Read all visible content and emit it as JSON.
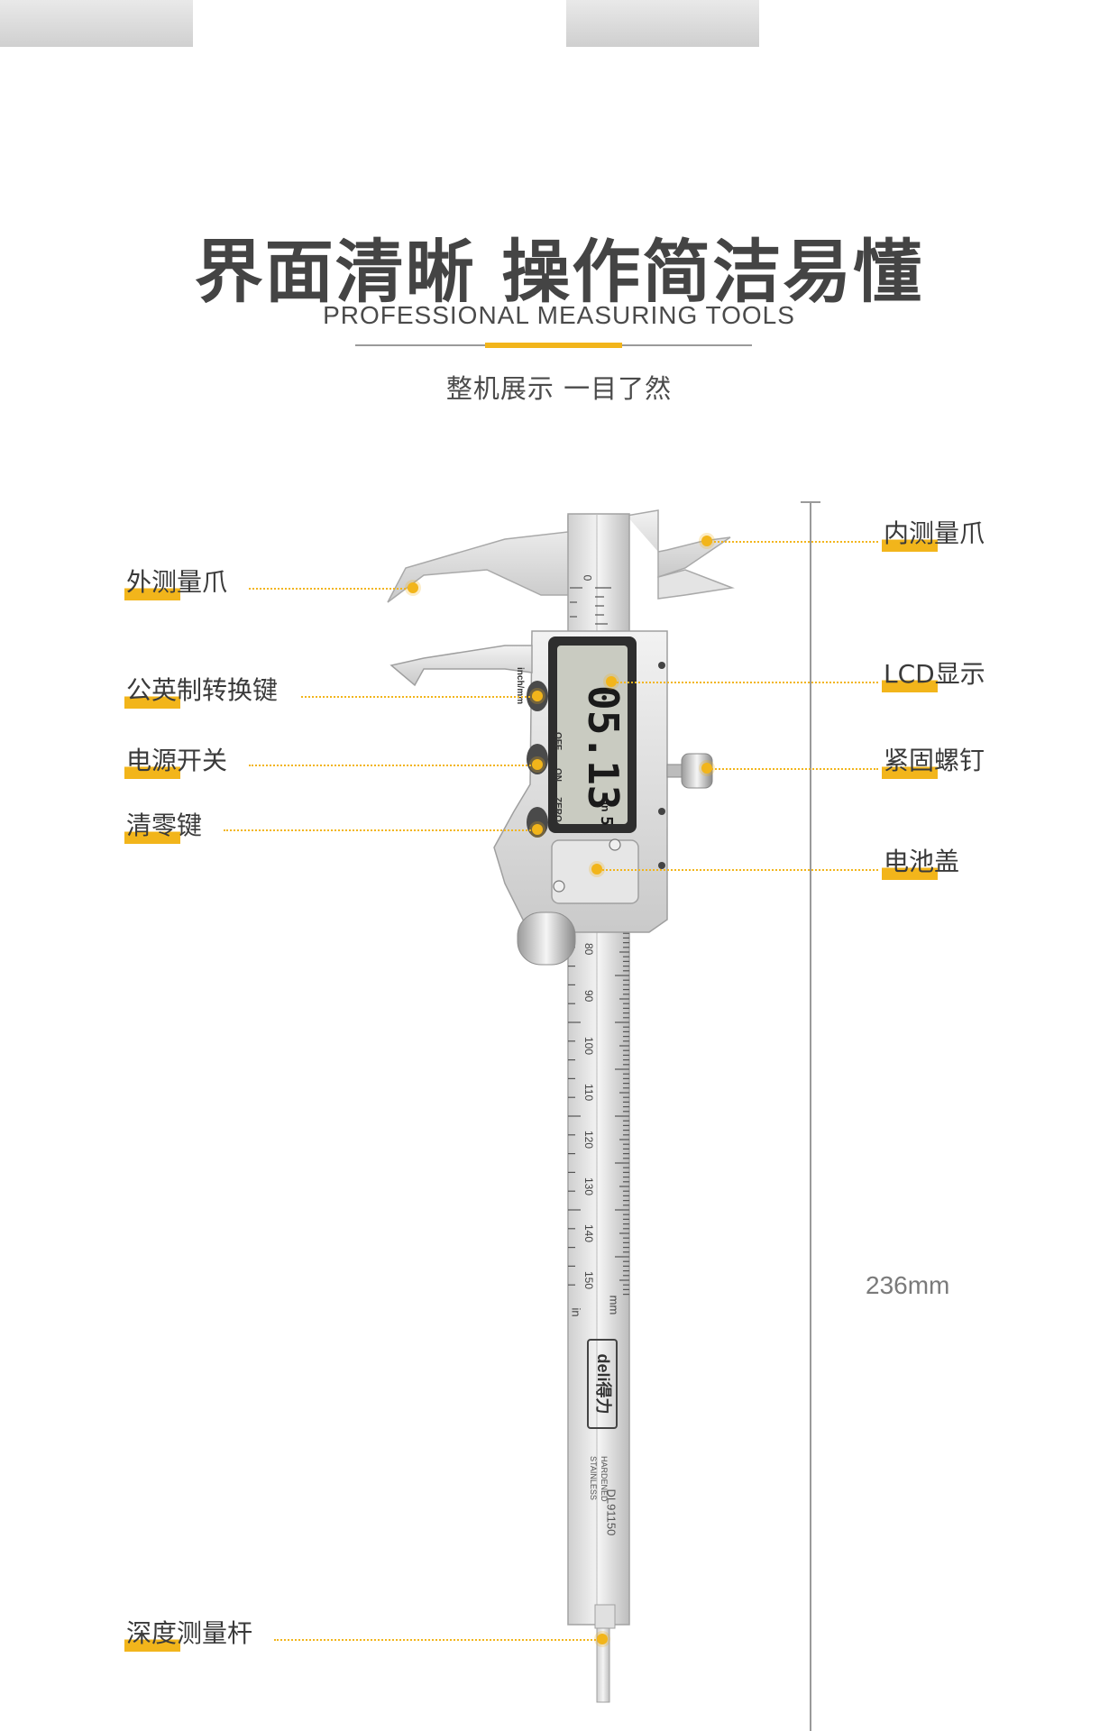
{
  "headline": "界面清晰 操作简洁易懂",
  "subheadline": "PROFESSIONAL MEASURING TOOLS",
  "tagline": "整机展示 一目了然",
  "callouts": {
    "outer_jaw": "外测量爪",
    "unit_switch_key": "公英制转换键",
    "power_switch": "电源开关",
    "zero_key": "清零键",
    "depth_rod": "深度测量杆",
    "inner_jaw": "内测量爪",
    "lcd_display": "LCD显示",
    "lock_screw": "紧固螺钉",
    "battery_cover": "电池盖"
  },
  "dimension": "236mm",
  "product": {
    "lcd_reading": "05.13",
    "lcd_suffix": "5",
    "lcd_unit": "in",
    "button_labels": [
      "inch/mm",
      "OFF",
      "ON",
      "ZERO"
    ],
    "brand": "deli得力",
    "model": "DL91150",
    "material_line1": "STAINLESS",
    "material_line2": "HARDENED",
    "scale_mm_label": "mm",
    "scale_in_label": "in",
    "scale_numbers": [
      "80",
      "90",
      "100",
      "110",
      "120",
      "130",
      "140",
      "150"
    ],
    "scale_top_number": "0"
  },
  "colors": {
    "accent": "#f2b51b",
    "text": "#3a3a3a",
    "steel": "#d9d9d9",
    "lcd": "#c7c9bf"
  }
}
